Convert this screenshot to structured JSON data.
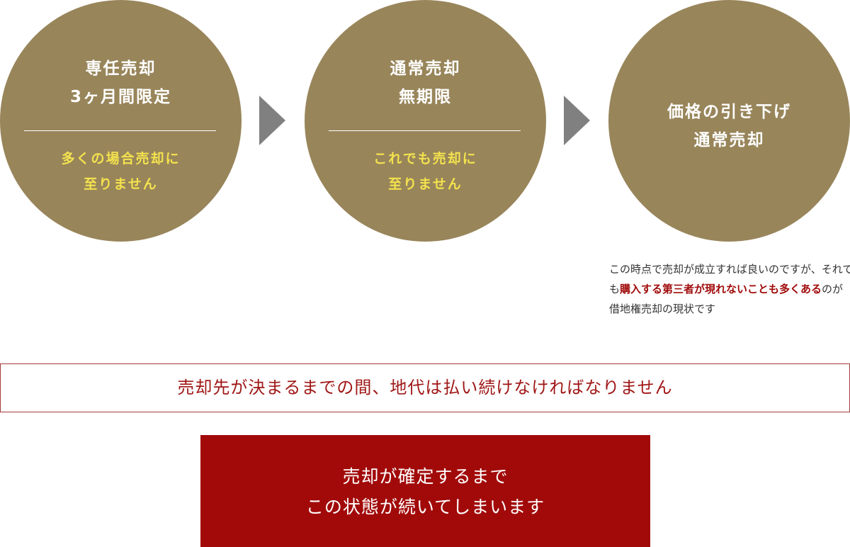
{
  "steps": [
    {
      "title_lines": [
        "専任売却",
        "3ヶ月間限定"
      ],
      "result_lines": [
        "多くの場合売却に",
        "至りません"
      ]
    },
    {
      "title_lines": [
        "通常売却",
        "無期限"
      ],
      "result_lines": [
        "これでも売却に",
        "至りません"
      ]
    },
    {
      "title_lines": [
        "価格の引き下げ",
        "通常売却"
      ]
    }
  ],
  "note": {
    "part1": "この時点で売却が成立すれば良いのですが、それでも",
    "highlight": "購入する第三者が現れないことも多くある",
    "part2": "のが借地権売却の現状です"
  },
  "banner": "売却先が決まるまでの間、地代は払い続けなければなりません",
  "conclusion": {
    "lines": [
      "売却が確定するまで",
      "この状態が続いてしまいます"
    ]
  },
  "colors": {
    "circle": "#98855a",
    "result_text": "#f3e24e",
    "accent_red": "#a20a0a",
    "arrow": "#808080"
  }
}
